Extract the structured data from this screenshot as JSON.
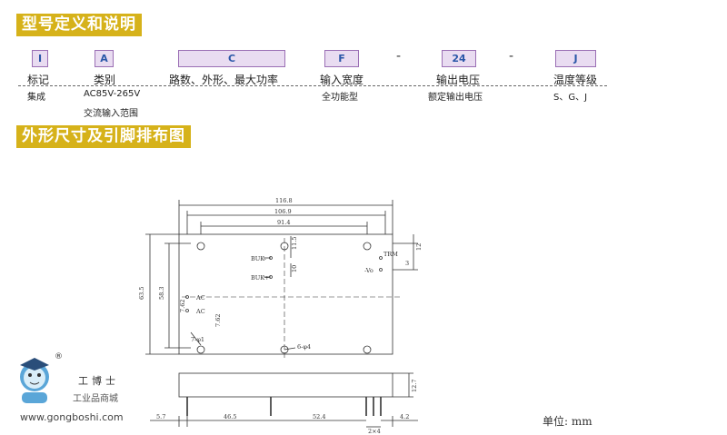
{
  "section1_title": "型号定义和说明",
  "section2_title": "外形尺寸及引脚排布图",
  "codes": [
    "I",
    "A",
    "C",
    "F",
    "24",
    "J"
  ],
  "separators": [
    "-",
    "-"
  ],
  "labels": [
    "标记",
    "类别",
    "路数、外形、最大功率",
    "输入宽度",
    "输出电压",
    "温度等级"
  ],
  "values": {
    "mark": "集成",
    "category_line1": "AC85V-265V",
    "category_line2": "交流输入范围",
    "input": "全功能型",
    "output": "额定输出电压",
    "temp": "S、G、J"
  },
  "drawing": {
    "dim_total": "116.8",
    "dim_mid": "106.9",
    "dim_inner": "91.4",
    "dim_height": "63.5",
    "dim_inner_h": "58.3",
    "dim_11_5": "11.5",
    "dim_10": "10",
    "dim_3": "3",
    "dim_12": "12",
    "dim_7_62": "7.62",
    "dim_7_62b": "7.62",
    "pin_buk_minus": "BUK-",
    "pin_buk_plus": "BUK+",
    "pin_trim": "TRM",
    "pin_vo_minus": "-Vo",
    "pin_ac1": "AC",
    "pin_ac2": "AC",
    "hole_note1": "7-φ1",
    "hole_note2": "6-φ4",
    "dim_5_7": "5.7",
    "dim_46_5": "46.5",
    "dim_52_4": "52.4",
    "dim_4_2": "4.2",
    "dim_12_7": "12.7",
    "dim_2x4": "2×4"
  },
  "unit_label": "单位: mm",
  "logo": {
    "brand": "工博士",
    "tagline": "工业品商城",
    "url": "www.gongboshi.com",
    "registered": "®"
  },
  "colors": {
    "banner": "#d6b21a",
    "code_border": "#9b6fb5",
    "code_fill": "#e9dcf1",
    "code_text": "#2a57a8"
  }
}
